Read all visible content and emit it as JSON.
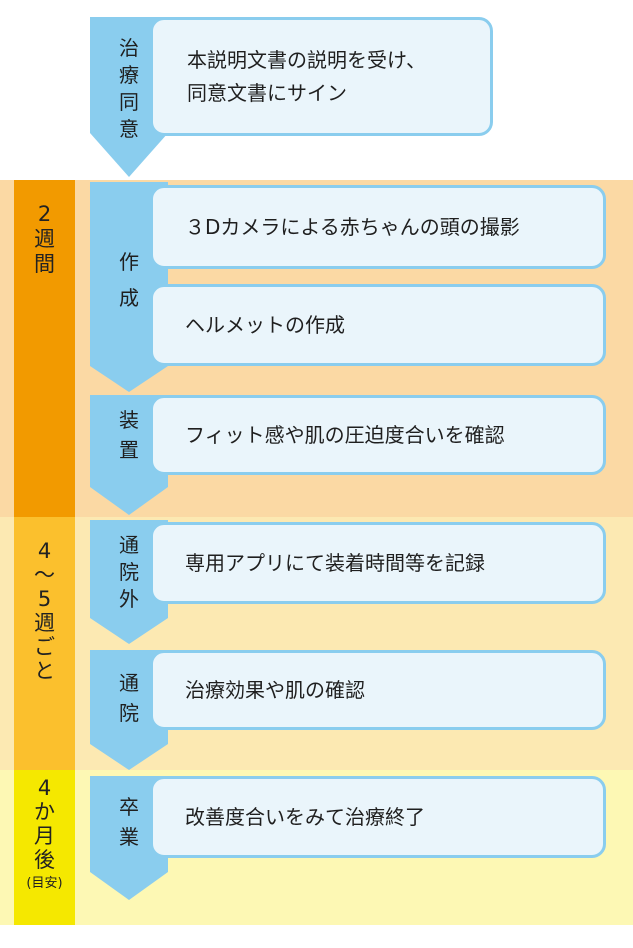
{
  "colors": {
    "band_2weeks": "#fbd9a4",
    "band_4_5weeks": "#fce9b2",
    "band_4months": "#fdf8b4",
    "phase_2weeks": "#f29a00",
    "phase_4_5weeks": "#fbc02d",
    "phase_4months": "#f5e800",
    "arrow": "#8acdee",
    "box_fill": "#eaf5fb",
    "box_border": "#8acdee"
  },
  "phases": [
    {
      "label": "2\n週\n間"
    },
    {
      "label": "4\n〜\n5\n週\nご\nと"
    },
    {
      "label": "4\nか\n月\n後",
      "sub": "(目安)"
    }
  ],
  "steps": [
    {
      "label": "治\n療\n同\n意",
      "boxes": [
        "本説明文書の説明を受け、\n同意文書にサイン"
      ]
    },
    {
      "label": "作\n成",
      "boxes": [
        "３Dカメラによる赤ちゃんの頭の撮影",
        "ヘルメットの作成"
      ]
    },
    {
      "label": "装\n置",
      "boxes": [
        "フィット感や肌の圧迫度合いを確認"
      ]
    },
    {
      "label": "通\n院\n外",
      "boxes": [
        "専用アプリにて装着時間等を記録"
      ]
    },
    {
      "label": "通\n院",
      "boxes": [
        "治療効果や肌の確認"
      ]
    },
    {
      "label": "卒\n業",
      "boxes": [
        "改善度合いをみて治療終了"
      ]
    }
  ]
}
